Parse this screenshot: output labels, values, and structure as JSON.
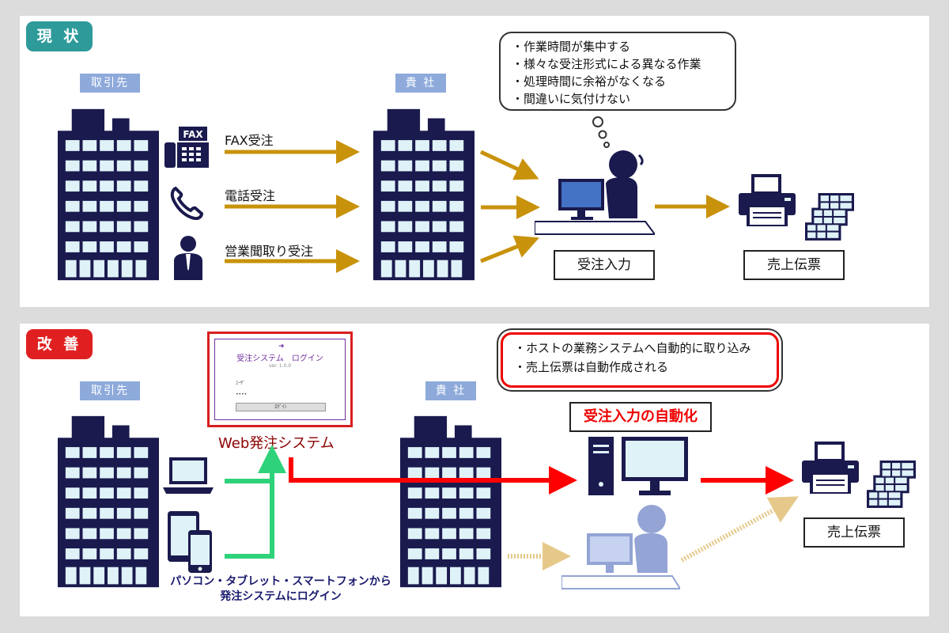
{
  "top": {
    "badge": "現 状",
    "client_label": "取引先",
    "company_label": "貴 社",
    "fax_icon_text": "FAX",
    "flows": [
      "FAX受注",
      "電話受注",
      "営業聞取り受注"
    ],
    "thought_bubble": [
      "・作業時間が集中する",
      "・様々な受注形式による異なる作業",
      "・処理時間に余裕がなくなる",
      "・間違いに気付けない"
    ],
    "order_entry": "受注入力",
    "sales_slip": "売上伝票"
  },
  "bottom": {
    "badge": "改 善",
    "client_label": "取引先",
    "company_label": "貴 社",
    "web_system": "Web発注システム",
    "login_screen": {
      "title": "受注システム　ログイン",
      "subtitle": "ver. 1.0.0",
      "id_label": "ﾕｰｻﾞ",
      "pw_label": "••••",
      "button": "ﾛｸﾞｲﾝ"
    },
    "device_caption": [
      "パソコン・タブレット・スマートフォンから",
      "発注システムにログイン"
    ],
    "bubble": [
      "・ホストの業務システムへ自動的に取り込み",
      "・売上伝票は自動作成される"
    ],
    "automation": "受注入力の自動化",
    "sales_slip": "売上伝票"
  },
  "colors": {
    "badge_top": "#2e9a9a",
    "badge_bottom": "#e02020",
    "building": "#1a1a4e",
    "window": "#dff2f8",
    "gold_arrow": "#c8920a",
    "red_arrow": "#ff0000",
    "green_arrow": "#2ed27a",
    "person_faded": "#6f86c8"
  }
}
